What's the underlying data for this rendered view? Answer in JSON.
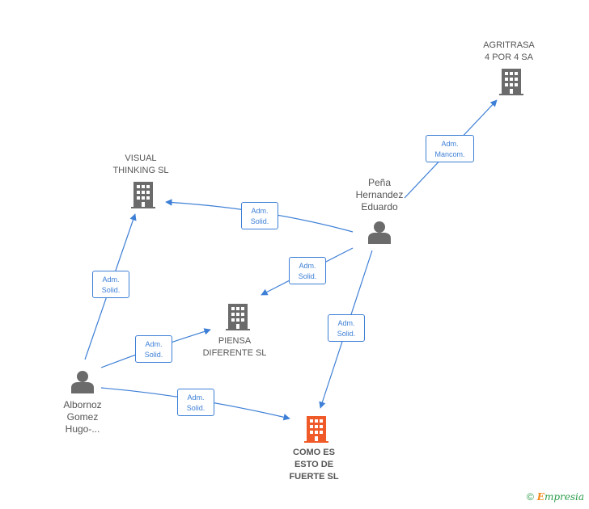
{
  "nodes": {
    "agritrasa": {
      "label": "AGRITRASA\n4 POR 4 SA",
      "type": "company"
    },
    "visual": {
      "label": "VISUAL\nTHINKING SL",
      "type": "company"
    },
    "pena": {
      "label": "Peña\nHernandez\nEduardo",
      "type": "person"
    },
    "piensa": {
      "label": "PIENSA\nDIFERENTE SL",
      "type": "company"
    },
    "albornoz": {
      "label": "Albornoz\nGomez\nHugo-...",
      "type": "person"
    },
    "como": {
      "label": "COMO ES\nESTO DE\nFUERTE SL",
      "type": "company-focus"
    }
  },
  "edges": [
    {
      "from": "pena",
      "to": "agritrasa",
      "label": "Adm.\nMancom."
    },
    {
      "from": "pena",
      "to": "visual",
      "label": "Adm.\nSolid."
    },
    {
      "from": "pena",
      "to": "piensa",
      "label": "Adm.\nSolid."
    },
    {
      "from": "pena",
      "to": "como",
      "label": "Adm.\nSolid."
    },
    {
      "from": "albornoz",
      "to": "visual",
      "label": "Adm.\nSolid."
    },
    {
      "from": "albornoz",
      "to": "piensa",
      "label": "Adm.\nSolid."
    },
    {
      "from": "albornoz",
      "to": "como",
      "label": "Adm.\nSolid."
    }
  ],
  "colors": {
    "edge": "#3d7fd6",
    "company_icon": "#6b6b6b",
    "focus_icon": "#f05a28",
    "person_icon": "#6b6b6b"
  },
  "footer": {
    "copyright": "©",
    "brand_initial": "E",
    "brand_rest": "mpresia"
  }
}
